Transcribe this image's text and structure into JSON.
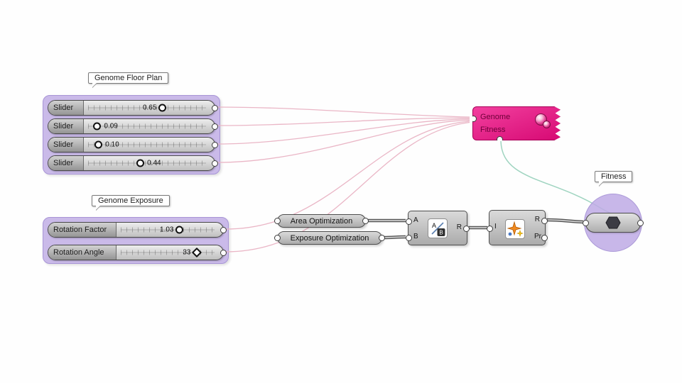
{
  "colors": {
    "group_fill": "#bba7e3",
    "galapagos_pink": "#e5128a",
    "wire_pink": "#eab6c6",
    "wire_teal": "#9fd4c0"
  },
  "groups": [
    {
      "label": "Genome Floor Plan",
      "sliders": [
        {
          "label": "Slider",
          "value": "0.65",
          "frac": 0.6,
          "side": "left",
          "shape": "circle"
        },
        {
          "label": "Slider",
          "value": "0.09",
          "frac": 0.1,
          "side": "right",
          "shape": "circle"
        },
        {
          "label": "Slider",
          "value": "0.10",
          "frac": 0.11,
          "side": "right",
          "shape": "circle"
        },
        {
          "label": "Slider",
          "value": "0.44",
          "frac": 0.43,
          "side": "right",
          "shape": "circle"
        }
      ]
    },
    {
      "label": "Genome Exposure",
      "sliders": [
        {
          "label": "Rotation Factor",
          "value": "1.03",
          "frac": 0.59,
          "side": "left",
          "shape": "circle"
        },
        {
          "label": "Rotation Angle",
          "value": "33",
          "frac": 0.75,
          "side": "left",
          "shape": "diamond"
        }
      ]
    }
  ],
  "galapagos": {
    "genome": "Genome",
    "fitness": "Fitness"
  },
  "pills": [
    {
      "label": "Area Optimization"
    },
    {
      "label": "Exposure Optimization"
    }
  ],
  "division": {
    "input_a": "A",
    "input_b": "B",
    "output_r": "R",
    "icon_a": "A",
    "icon_b": "B"
  },
  "mass_addition": {
    "input_i": "I",
    "output_r": "R",
    "output_pr": "Pr"
  },
  "fitness_param": {
    "tag": "Fitness"
  }
}
